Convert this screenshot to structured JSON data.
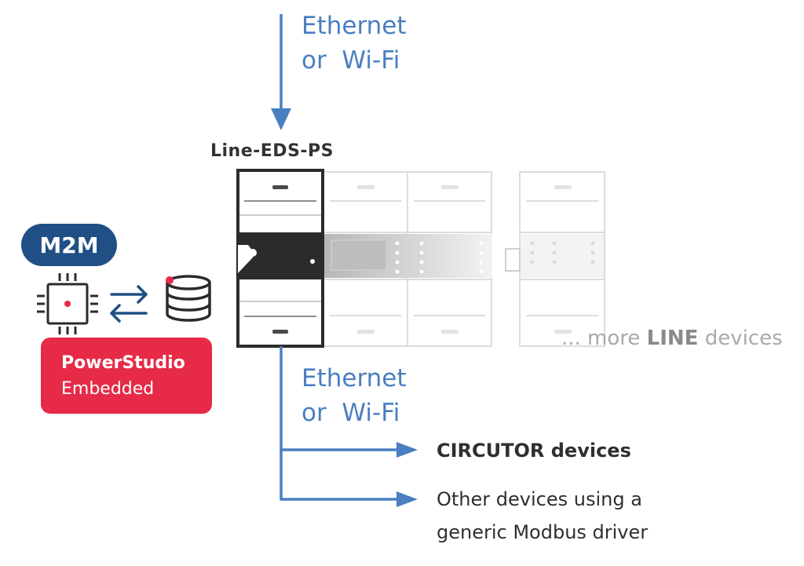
{
  "top_link": {
    "line1": "Ethernet",
    "line2": "or  Wi-Fi"
  },
  "device": {
    "title": "Line-EDS-PS"
  },
  "m2m": {
    "label": "M2M"
  },
  "powerstudio": {
    "title": "PowerStudio",
    "subtitle": "Embedded"
  },
  "more_devices": {
    "prefix": "... more ",
    "highlight": "LINE",
    "suffix": " devices"
  },
  "bottom_link": {
    "line1": "Ethernet",
    "line2": "or  Wi-Fi"
  },
  "targets": {
    "circutor": "CIRCUTOR devices",
    "other_line1": "Other devices using a",
    "other_line2": "generic Modbus driver"
  },
  "colors": {
    "link_blue": "#4a7fc1",
    "m2m_navy": "#1f4f84",
    "powerstudio_red": "#e62a47",
    "device_dark": "#2b2b2b",
    "icon_dark": "#2b2b2b"
  },
  "icons": [
    "chip-icon",
    "sync-arrows-icon",
    "database-icon",
    "arrow-right-icon",
    "arrow-down-icon"
  ]
}
